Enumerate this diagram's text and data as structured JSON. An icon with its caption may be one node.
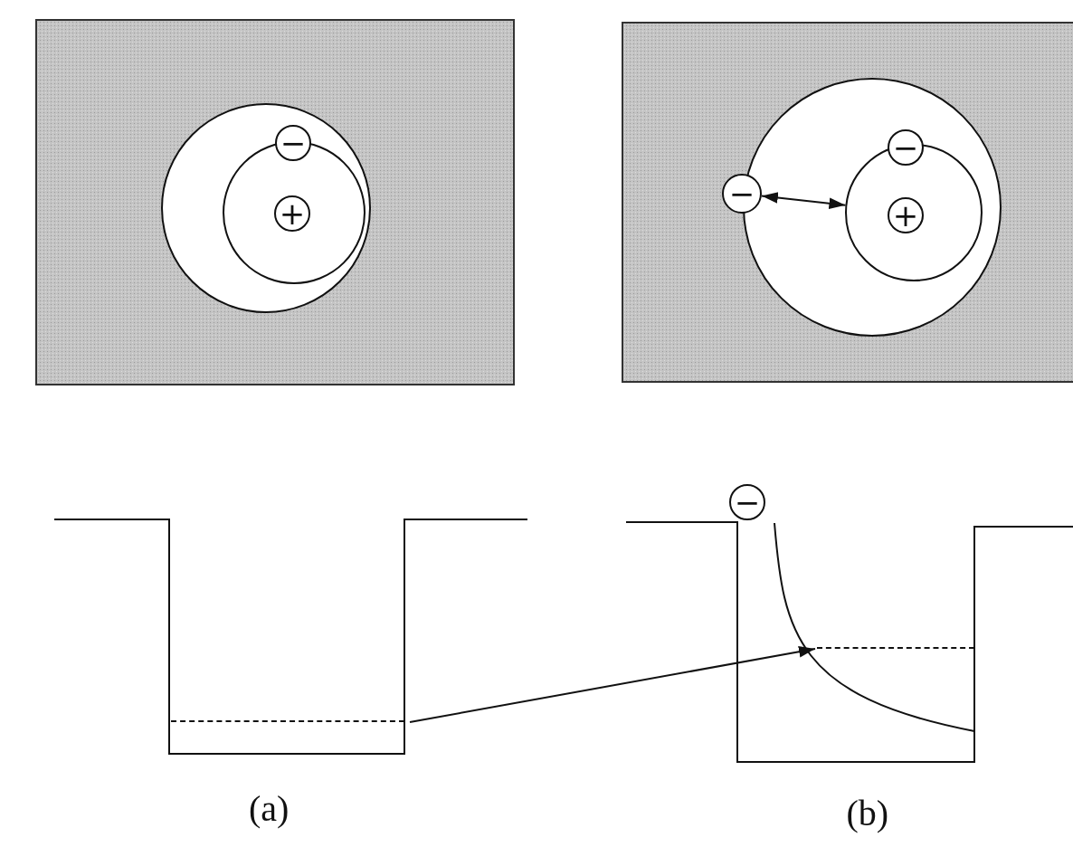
{
  "diagram": {
    "nodes": [
      {
        "text": [
          "−"
        ]
      },
      {
        "text": [
          "+"
        ]
      },
      {
        "text": [
          "−"
        ]
      },
      {
        "text": [],
        "shape": "circle"
      },
      {
        "text": [
          "−"
        ]
      },
      {
        "text": [
          "+"
        ],
        "in": 3
      },
      {
        "text": [
          "−"
        ]
      },
      {
        "text": [],
        "shape": "line"
      },
      {
        "text": [],
        "shape": "line"
      }
    ],
    "edges": [
      {
        "from": 2,
        "to": 3,
        "arrow": "both"
      },
      {
        "from": 7,
        "to": 8,
        "arrow": "to"
      }
    ],
    "labels": [
      "(a)",
      "(b)"
    ]
  }
}
